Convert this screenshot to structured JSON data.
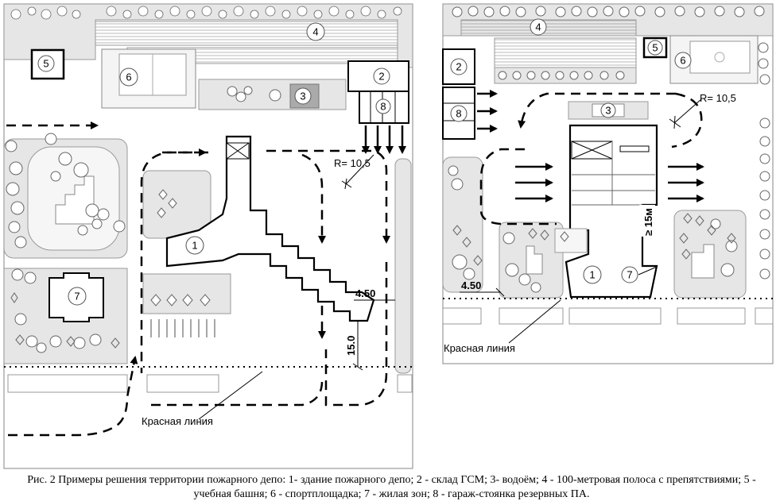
{
  "left_plan": {
    "labels": [
      "1",
      "2",
      "3",
      "4",
      "5",
      "6",
      "7",
      "8"
    ],
    "radius_label": "R= 10,5",
    "dim_450": "4.50",
    "dim_150": "15.0",
    "red_line": "Красная линия"
  },
  "right_plan": {
    "labels": [
      "1",
      "2",
      "3",
      "4",
      "5",
      "6",
      "7",
      "8"
    ],
    "radius_label": "R= 10,5",
    "dim_450": "4.50",
    "dim_15m": "≥ 15м",
    "red_line": "Красная линия"
  },
  "caption": "Рис. 2  Примеры решения территории пожарного депо: 1- здание пожарного депо; 2 - склад ГСМ; 3- водоём; 4 - 100-метровая  полоса с препятствиями; 5 - учебная башня; 6 - спортплощадка; 7 - жилая зон; 8 - гараж-стоянка резервных ПА."
}
